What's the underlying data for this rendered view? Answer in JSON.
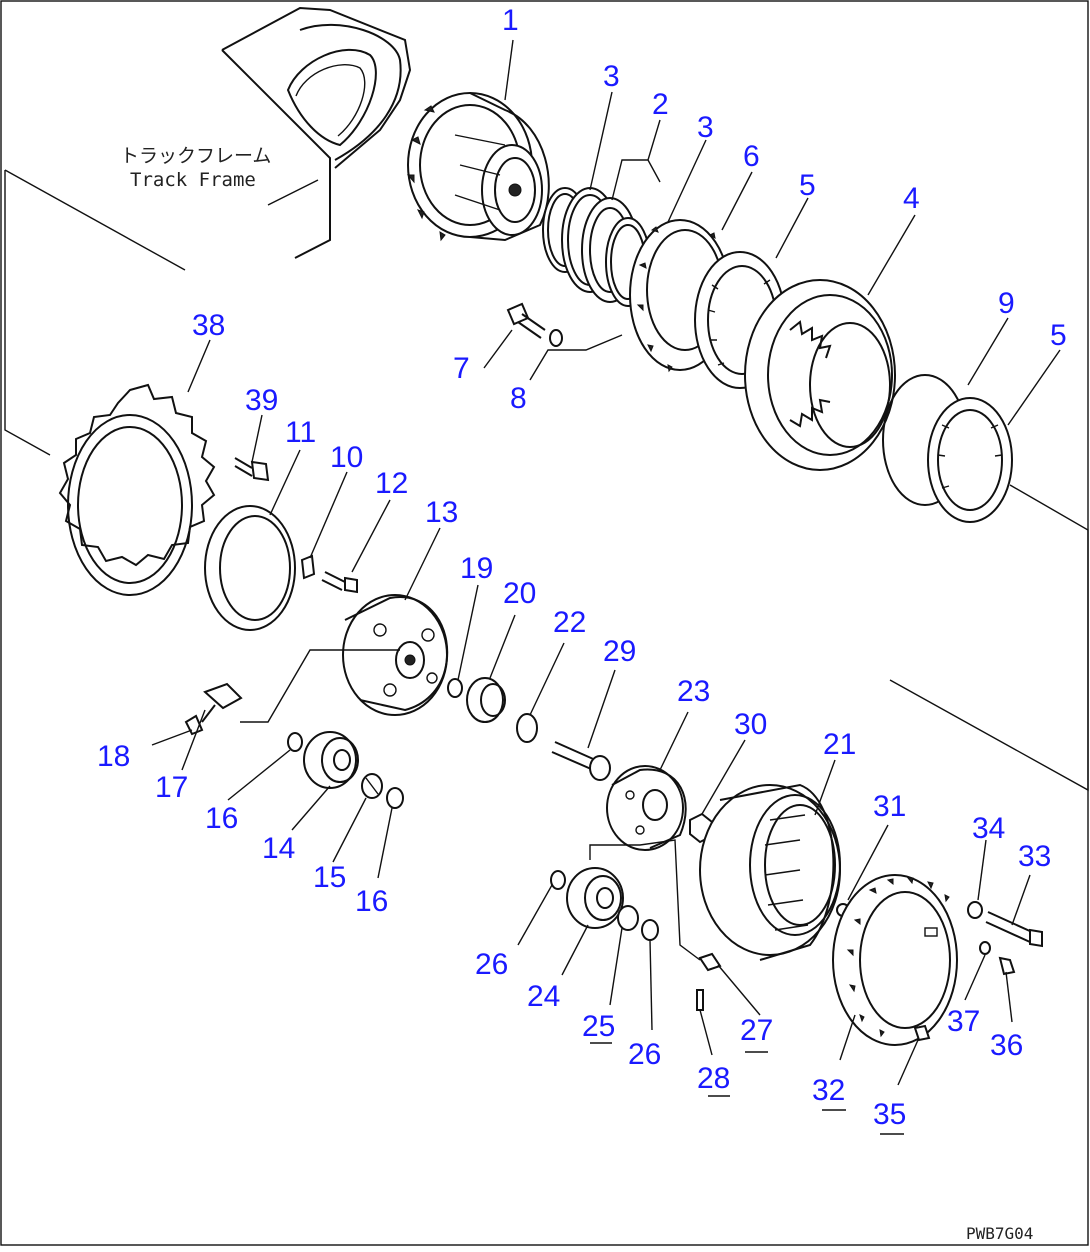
{
  "frame_label": {
    "japanese": "トラックフレーム",
    "english": "Track Frame"
  },
  "drawing_code": "PWB7G04",
  "callouts": [
    {
      "id": "c1",
      "text": "1"
    },
    {
      "id": "c2",
      "text": "2"
    },
    {
      "id": "c3a",
      "text": "3"
    },
    {
      "id": "c3b",
      "text": "3"
    },
    {
      "id": "c4",
      "text": "4"
    },
    {
      "id": "c5a",
      "text": "5"
    },
    {
      "id": "c5b",
      "text": "5"
    },
    {
      "id": "c6",
      "text": "6"
    },
    {
      "id": "c7",
      "text": "7"
    },
    {
      "id": "c8",
      "text": "8"
    },
    {
      "id": "c9",
      "text": "9"
    },
    {
      "id": "c10",
      "text": "10"
    },
    {
      "id": "c11",
      "text": "11"
    },
    {
      "id": "c12",
      "text": "12"
    },
    {
      "id": "c13",
      "text": "13"
    },
    {
      "id": "c14",
      "text": "14"
    },
    {
      "id": "c15",
      "text": "15"
    },
    {
      "id": "c16a",
      "text": "16"
    },
    {
      "id": "c16b",
      "text": "16"
    },
    {
      "id": "c17",
      "text": "17"
    },
    {
      "id": "c18",
      "text": "18"
    },
    {
      "id": "c19",
      "text": "19"
    },
    {
      "id": "c20",
      "text": "20"
    },
    {
      "id": "c21",
      "text": "21"
    },
    {
      "id": "c22",
      "text": "22"
    },
    {
      "id": "c23",
      "text": "23"
    },
    {
      "id": "c24",
      "text": "24"
    },
    {
      "id": "c25",
      "text": "25"
    },
    {
      "id": "c26a",
      "text": "26"
    },
    {
      "id": "c26b",
      "text": "26"
    },
    {
      "id": "c27",
      "text": "27"
    },
    {
      "id": "c28",
      "text": "28"
    },
    {
      "id": "c29",
      "text": "29"
    },
    {
      "id": "c30",
      "text": "30"
    },
    {
      "id": "c31",
      "text": "31"
    },
    {
      "id": "c32",
      "text": "32"
    },
    {
      "id": "c33",
      "text": "33"
    },
    {
      "id": "c34",
      "text": "34"
    },
    {
      "id": "c35",
      "text": "35"
    },
    {
      "id": "c36",
      "text": "36"
    },
    {
      "id": "c37",
      "text": "37"
    },
    {
      "id": "c38",
      "text": "38"
    },
    {
      "id": "c39",
      "text": "39"
    }
  ],
  "colors": {
    "callout": "#1a1aff",
    "linework": "#111111",
    "background": "#ffffff"
  }
}
